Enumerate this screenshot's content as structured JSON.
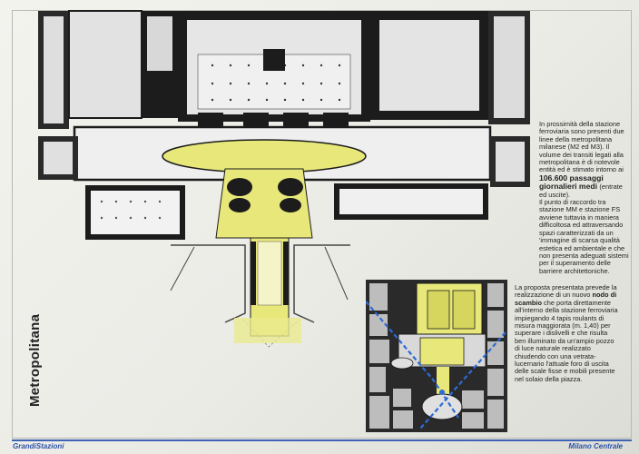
{
  "panel": {
    "side_title": "Metropolitana",
    "brand": "GrandiStazioni",
    "location": "Milano Centrale"
  },
  "text": {
    "p1_before": "In prossimità della stazione ferroviaria sono presenti due linee della metropolitana milanese (M2 ed M3). Il volume dei transiti legati alla metropolitana è di notevole entità ed è stimato intorno ai",
    "p1_bold": "106.600 passaggi giornalieri medi",
    "p1_after": "(entrate ed uscite).",
    "p2": "Il punto di raccordo tra stazione MM e stazione FS avviene tuttavia in maniera difficoltosa ed attraversando spazi caratterizzati da un 'immagine di scarsa qualità estetica ed ambientale e che non presenta adeguati sistemi per il superamento delle barriere architettoniche.",
    "p3_before": "La proposta presentata prevede la realizzazione di un nuovo",
    "p3_bold": "nodo di scambio",
    "p3_after": "che porta direttamente all'interno della stazione ferroviaria impiegando 4 tapis roulants di misura maggiorata (m. 1,40) per superare i dislivelli e che risulta ben illuminato da un'ampio pozzo di luce naturale realizzato chiudendo con una vetrata-lucernario l'attuale foro di uscita delle scale fisse e mobili presente nel solaio della piazza."
  },
  "colors": {
    "highlight": "#e8e87a",
    "walls": "#1c1c1c",
    "brand_blue": "#2d52a8"
  }
}
